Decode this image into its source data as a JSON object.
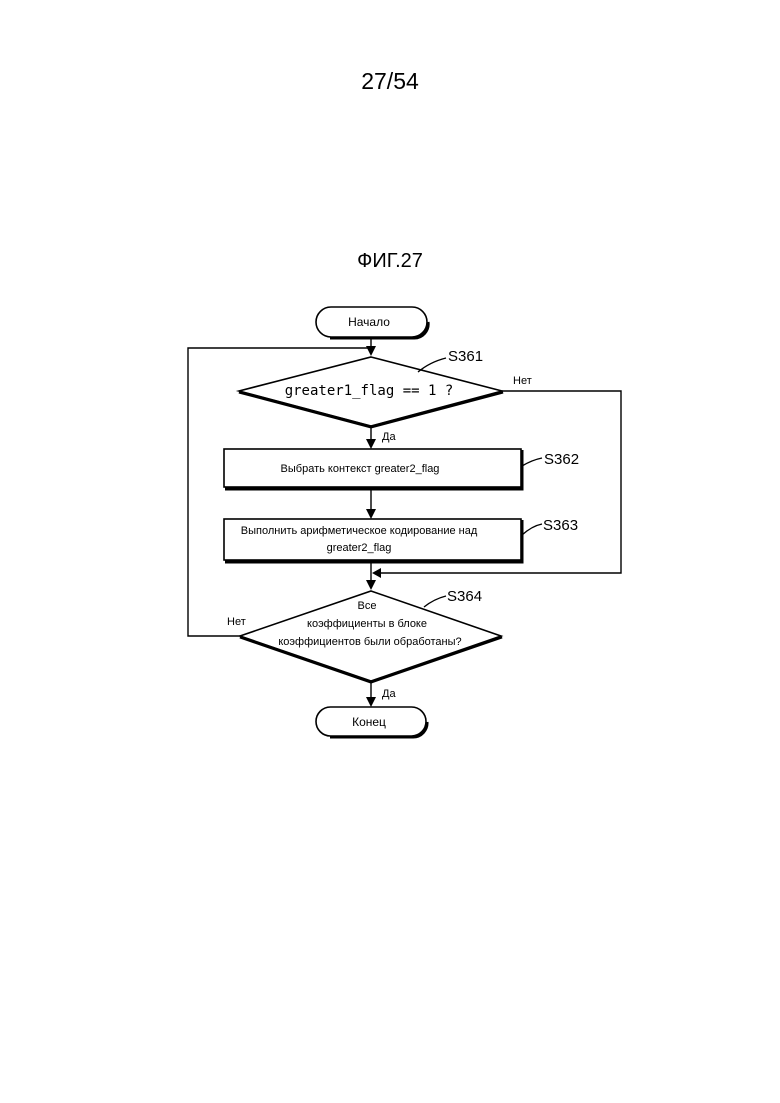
{
  "page": {
    "number": "27/54",
    "figure_title": "ФИГ.27"
  },
  "flowchart": {
    "start": "Начало",
    "end": "Конец",
    "decision1": {
      "step_id": "S361",
      "text": "greater1_flag == 1 ?",
      "yes_label": "Да",
      "no_label": "Нет"
    },
    "process1": {
      "step_id": "S362",
      "text": "Выбрать контекст greater2_flag"
    },
    "process2": {
      "step_id": "S363",
      "line1": "Выполнить арифметическое кодирование над",
      "line2": "greater2_flag"
    },
    "decision2": {
      "step_id": "S364",
      "line1": "Все",
      "line2": "коэффициенты в блоке",
      "line3": "коэффициентов были обработаны?",
      "yes_label": "Да",
      "no_label": "Нет"
    }
  }
}
